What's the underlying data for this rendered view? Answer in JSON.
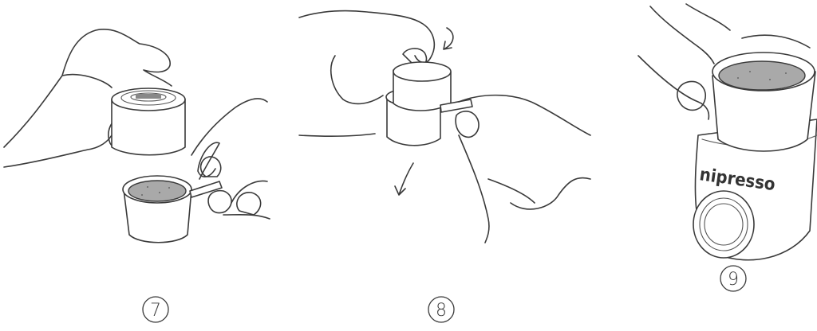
{
  "steps": [
    {
      "number": "7"
    },
    {
      "number": "8"
    },
    {
      "number": "9"
    }
  ],
  "brand_text": "nipresso"
}
